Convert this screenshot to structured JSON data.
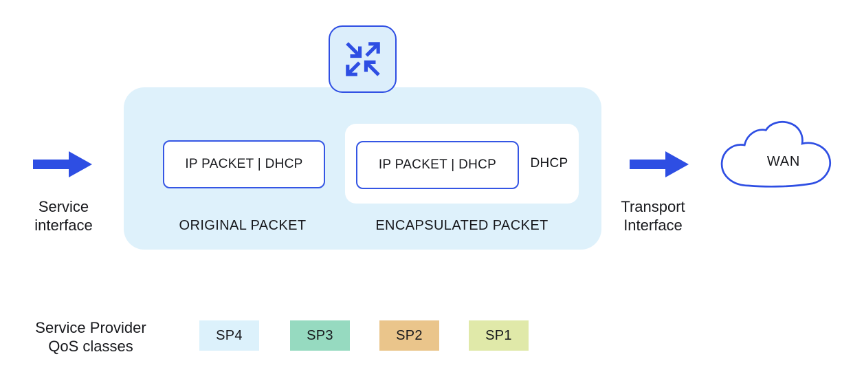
{
  "colors": {
    "accent_blue": "#2e4ee3",
    "panel_bg": "#def1fb",
    "icon_bg": "#dceefb",
    "text": "#17181c"
  },
  "router": {
    "icon": "crossing-arrows-router-icon"
  },
  "panel": {
    "original": {
      "box_text": "IP PACKET | DHCP",
      "label": "ORIGINAL PACKET"
    },
    "encapsulated": {
      "inner_box_text": "IP PACKET | DHCP",
      "header_text": "DHCP",
      "label": "ENCAPSULATED PACKET"
    }
  },
  "left_interface": {
    "line1": "Service",
    "line2": "interface"
  },
  "right_interface": {
    "line1": "Transport",
    "line2": "Interface"
  },
  "wan": {
    "label": "WAN"
  },
  "legend": {
    "title_line1": "Service Provider",
    "title_line2": "QoS classes",
    "classes": [
      {
        "label": "SP4",
        "color": "#dcf1fb"
      },
      {
        "label": "SP3",
        "color": "#96dac0"
      },
      {
        "label": "SP2",
        "color": "#eac58b"
      },
      {
        "label": "SP1",
        "color": "#e0e9a9"
      }
    ]
  }
}
